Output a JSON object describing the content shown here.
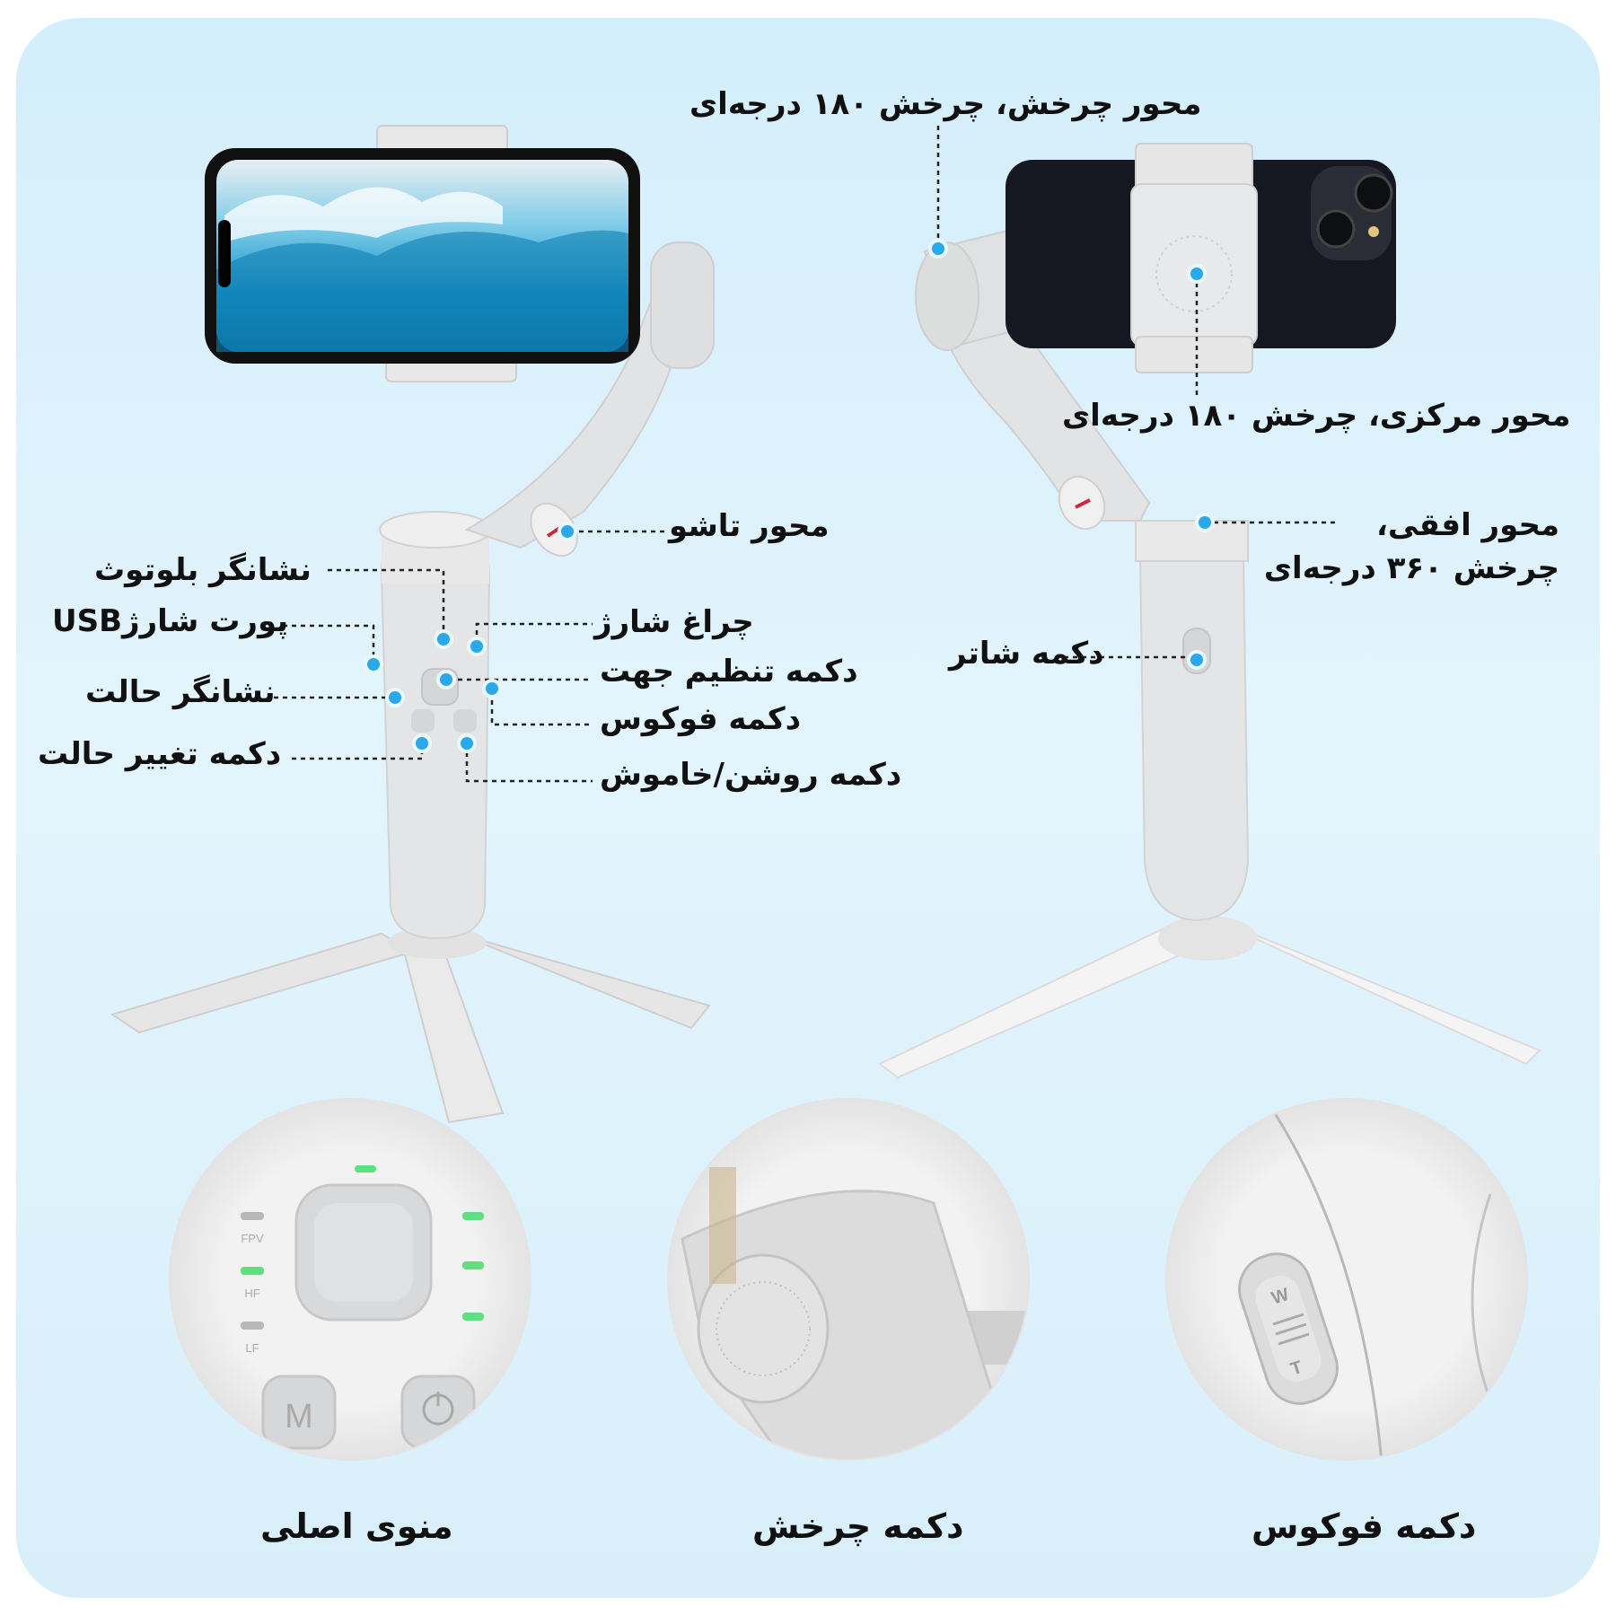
{
  "labels": {
    "roll_axis": "محور چرخش، چرخش ۱۸۰ درجه‌ای",
    "center_axis": "محور مرکزی، چرخش ۱۸۰ درجه‌ای",
    "fold_axis": "محور تاشو",
    "pan_axis_line1": "محور افقی،",
    "pan_axis_line2": "چرخش ۳۶۰ درجه‌ای",
    "bluetooth_indicator": "نشانگر بلوتوث",
    "usb_port": "پورت شارژUSB",
    "mode_indicator": "نشانگر حالت",
    "mode_button": "دکمه تغییر حالت",
    "charge_light": "چراغ شارژ",
    "joystick": "دکمه تنظیم جهت",
    "focus_button": "دکمه فوکوس",
    "power_button": "دکمه روشن/خاموش",
    "shutter_button": "دکمه شاتر"
  },
  "panel_labels": {
    "fpv": "FPV",
    "hf": "HF",
    "lf": "LF",
    "m_key": "M",
    "focus_w": "W",
    "focus_t": "T"
  },
  "captions": {
    "main_menu": "منوی اصلی",
    "rotate_button": "دکمه چرخش",
    "focus_button": "دکمه فوکوس"
  },
  "colors": {
    "background": "#d8effa",
    "device": "#e4e5e6",
    "marker": "#2aa8ec",
    "led": "#5de07f"
  }
}
